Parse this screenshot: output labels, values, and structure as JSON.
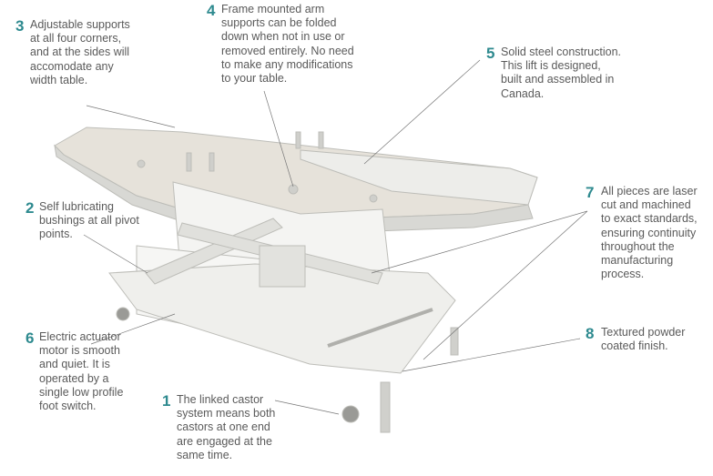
{
  "colors": {
    "accent": "#2e8a8f",
    "text": "#5a5a5a"
  },
  "callouts": [
    {
      "num": "1",
      "text": "The linked castor\nsystem means both\ncastors at one end\nare engaged at the\nsame time."
    },
    {
      "num": "2",
      "text": "Self lubricating\nbushings at all pivot\npoints."
    },
    {
      "num": "3",
      "text": "Adjustable supports\nat all four corners,\nand at the sides will\naccomodate any\nwidth table."
    },
    {
      "num": "4",
      "text": "Frame mounted arm\nsupports can be folded\ndown when not in use or\nremoved entirely. No need\nto make any modifications\nto your table."
    },
    {
      "num": "5",
      "text": "Solid steel construction.\nThis lift is designed,\nbuilt and assembled in\nCanada."
    },
    {
      "num": "6",
      "text": "Electric actuator\nmotor is smooth\nand quiet. It is\noperated by a\nsingle low profile\nfoot switch."
    },
    {
      "num": "7",
      "text": "All pieces are laser\ncut and machined\nto exact standards,\nensuring continuity\nthroughout the\nmanufacturing\nprocess."
    },
    {
      "num": "8",
      "text": "Textured powder\ncoated finish."
    }
  ]
}
